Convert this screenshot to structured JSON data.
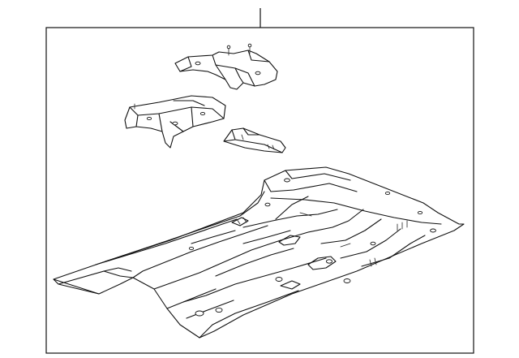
{
  "diagram": {
    "callouts": [],
    "parts": [
      {
        "name": "floor-pan-assembly"
      },
      {
        "name": "front-crossmember-bracket"
      },
      {
        "name": "seat-reinforcement-bracket"
      },
      {
        "name": "small-support-bracket"
      }
    ],
    "line_color": "#111111",
    "background": "#ffffff"
  }
}
